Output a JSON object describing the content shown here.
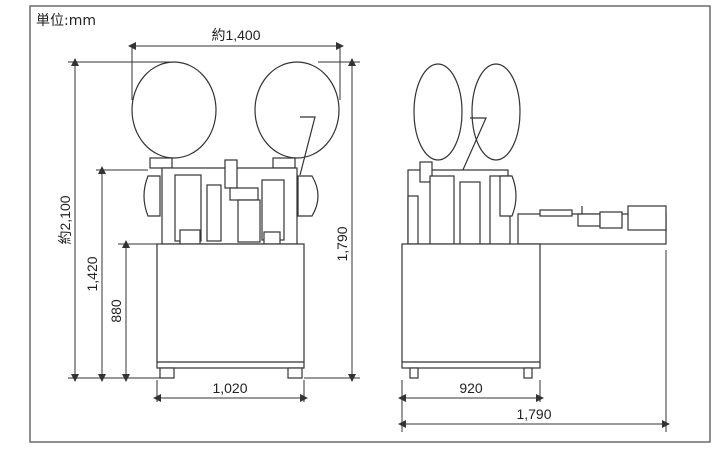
{
  "unit_label": "単位:mm",
  "dimensions": {
    "front_width_top": "約1,400",
    "front_total_height": "約2,100",
    "front_body_height": "1,420",
    "front_table_height": "880",
    "front_base_width": "1,020",
    "side_height": "1,790",
    "side_base_width": "920",
    "side_total_width": "1,790"
  },
  "colors": {
    "line": "#333333",
    "frame": "#6a6a6a",
    "reel": "#ffffff"
  }
}
